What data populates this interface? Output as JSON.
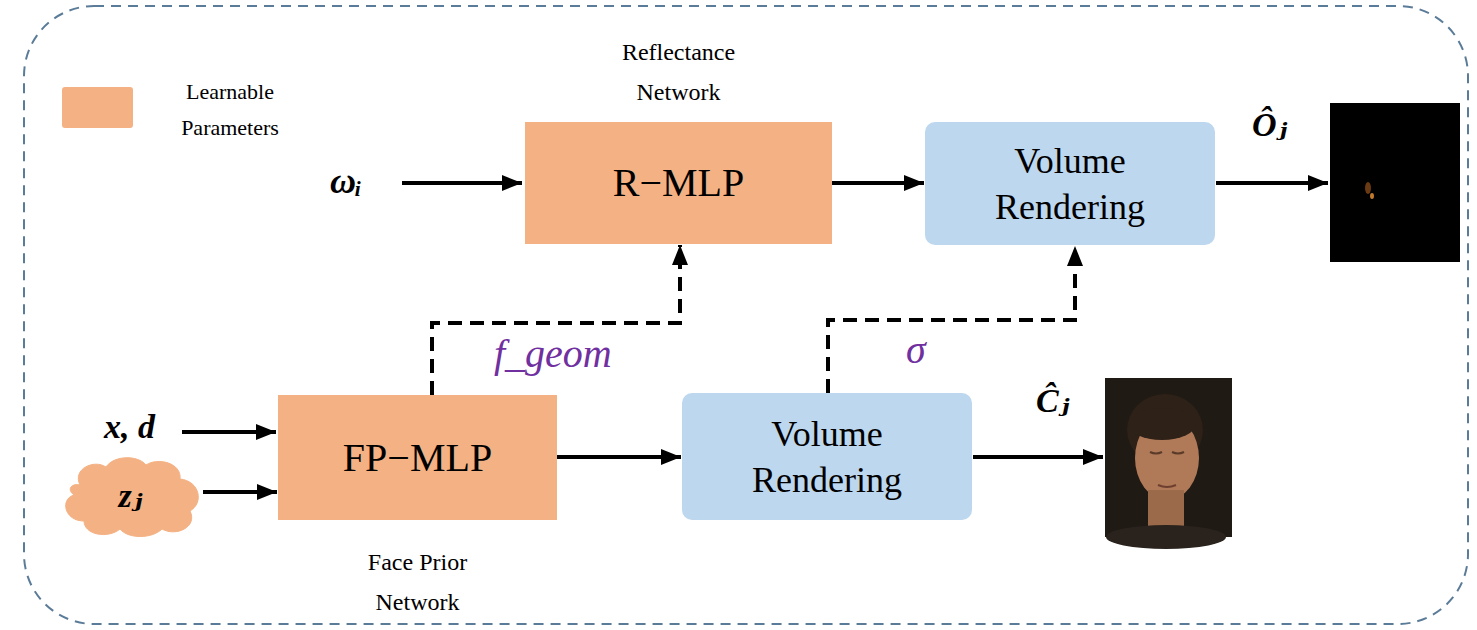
{
  "diagram": {
    "nodes": [
      {
        "text": [
          "Reflectance Network",
          "R−MLP"
        ]
      },
      {
        "text": [
          "Volume Rendering"
        ]
      },
      {
        "text": [
          "FP−MLP",
          "Face Prior Network"
        ]
      },
      {
        "text": [
          "Volume Rendering"
        ]
      },
      {
        "text": [
          "zⱼ"
        ]
      }
    ],
    "edges": [
      {
        "from": 4,
        "to": 2,
        "arrow": "to"
      },
      {
        "from": 2,
        "to": 0,
        "label": "f_geom",
        "arrow": "to"
      },
      {
        "from": 2,
        "to": 3,
        "arrow": "to"
      },
      {
        "from": 3,
        "to": 1,
        "label": "σ",
        "arrow": "to"
      },
      {
        "from": 0,
        "to": 1,
        "arrow": "to"
      }
    ],
    "labels": [
      "ωᵢ",
      "Ôⱼ",
      "x, d",
      "Ĉⱼ"
    ],
    "legend": [
      {
        "text": "Learnable Parameters",
        "color": "#f4b183"
      }
    ]
  }
}
